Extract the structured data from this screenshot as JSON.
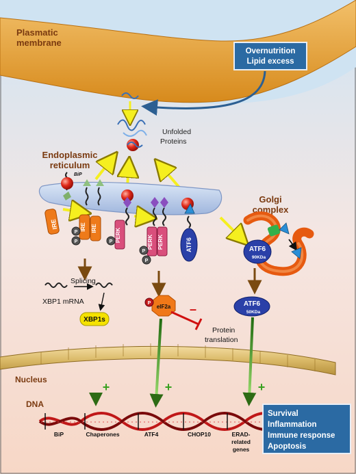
{
  "labels": {
    "membrane": [
      "Plasmatic",
      "membrane"
    ],
    "stimulus": [
      "Overnutrition",
      "Lipid excess"
    ],
    "unfolded": [
      "Unfolded",
      "Proteins"
    ],
    "er": [
      "Endoplasmic",
      "reticulum"
    ],
    "golgi": [
      "Golgi",
      "complex"
    ],
    "bip": "BiP",
    "ire": "IRE",
    "perk": "PERK",
    "atf6": "ATF6",
    "kda90": "90KDa",
    "kda50": "50KDa",
    "p": "P",
    "splicing": "Splicing",
    "xbp1_mrna": "XBP1 mRNA",
    "xbp1s": "XBP1s",
    "eif2a": "eIF2a",
    "protein_translation": [
      "Protein",
      "translation"
    ],
    "nucleus": "Nucleus",
    "dna": "DNA",
    "plus": "+",
    "minus": "–"
  },
  "genes": [
    "BiP",
    "Chaperones",
    "ATF4",
    "CHOP10",
    "ERAD-",
    "related",
    "genes"
  ],
  "outcomes": [
    "Survival",
    "Inflammation",
    "Immune response",
    "Apoptosis"
  ],
  "colors": {
    "membrane": "#e6a030",
    "er": "#b9cdea",
    "ire": "#ee7a1a",
    "perk": "#d94f7c",
    "atf6": "#2a40a8",
    "bip": "#d22020",
    "box": "#2b6aa3",
    "arrow_yellow": "#f5ef1f",
    "arrow_brown": "#7a4a10",
    "arrow_green": "#3f9a1f"
  }
}
